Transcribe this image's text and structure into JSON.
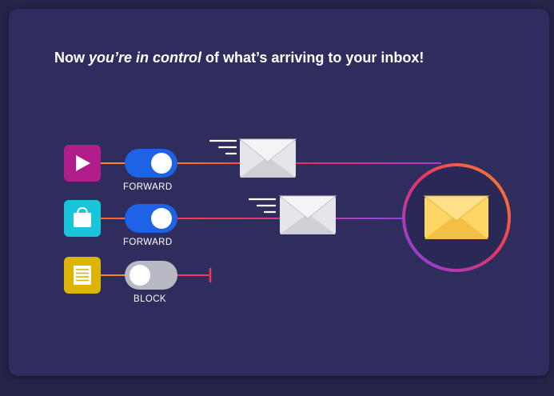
{
  "headline": {
    "before": "Now ",
    "emphasis": "you’re in control",
    "after": " of what’s arriving to your inbox!"
  },
  "rows": [
    {
      "source": "video-app",
      "source_color": "#b11e8b",
      "toggle_state": "on",
      "label": "FORWARD"
    },
    {
      "source": "shopping-app",
      "source_color": "#19c5d8",
      "toggle_state": "on",
      "label": "FORWARD"
    },
    {
      "source": "news-app",
      "source_color": "#ddb400",
      "toggle_state": "off",
      "label": "BLOCK"
    }
  ],
  "colors": {
    "background": "#242448",
    "card": "#2f2d5e",
    "toggle_on": "#1e63e6",
    "toggle_off": "#b9b9c5",
    "inbox_ring_start": "#ff7a18",
    "inbox_ring_end": "#7d43e8",
    "envelope": "#e6e6ea",
    "inbox_envelope": "#ffd666"
  }
}
